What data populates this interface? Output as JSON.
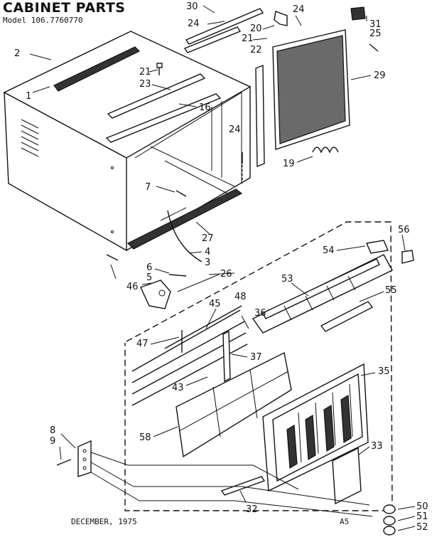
{
  "header": {
    "title": "CABINET PARTS",
    "model": "Model 106.7760770"
  },
  "footer": {
    "date": "DECEMBER, 1975",
    "page_code": "A5"
  },
  "part_labels": {
    "p1": "1",
    "p2": "2",
    "p3": "3",
    "p4": "4",
    "p5": "5",
    "p6": "6",
    "p7": "7",
    "p8": "8",
    "p9": "9",
    "p16": "16",
    "p19": "19",
    "p20": "20",
    "p21a": "21",
    "p21b": "21",
    "p22": "22",
    "p23": "23",
    "p24a": "24",
    "p24b": "24",
    "p24c": "24",
    "p25": "25",
    "p26": "26",
    "p27": "27",
    "p29": "29",
    "p30": "30",
    "p31": "31",
    "p32": "32",
    "p33": "33",
    "p35": "35",
    "p36": "36",
    "p37": "37",
    "p43": "43",
    "p45": "45",
    "p46": "46",
    "p47": "47",
    "p48": "48",
    "p50": "50",
    "p51": "51",
    "p52": "52",
    "p53": "53",
    "p54": "54",
    "p55": "55",
    "p56": "56",
    "p58": "58"
  },
  "colors": {
    "ink": "#111111",
    "paper": "#ffffff"
  }
}
